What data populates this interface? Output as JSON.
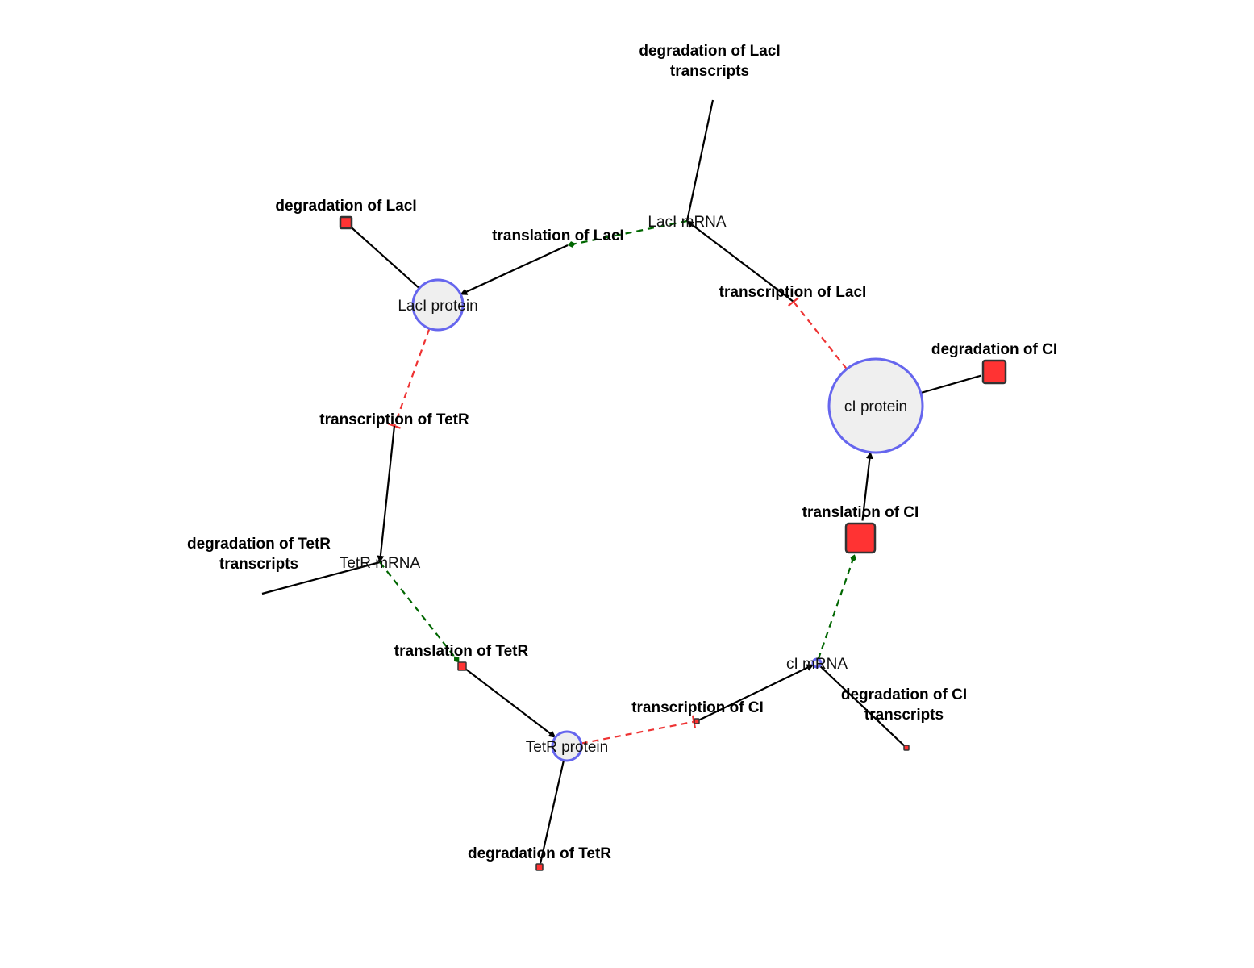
{
  "species": [
    {
      "id": "laci_protein",
      "label": "LacI protein",
      "fill": "#efefef",
      "stroke": "#6666ee"
    },
    {
      "id": "laci_mrna",
      "label": "LacI mRNA",
      "fill": "#efefef",
      "stroke": "#6666ee"
    },
    {
      "id": "ci_protein",
      "label": "cI protein",
      "fill": "#efefef",
      "stroke": "#6666ee"
    },
    {
      "id": "ci_mrna",
      "label": "cI mRNA",
      "fill": "#efefef",
      "stroke": "#6666ee"
    },
    {
      "id": "tetr_protein",
      "label": "TetR protein",
      "fill": "#efefef",
      "stroke": "#6666ee"
    },
    {
      "id": "tetr_mrna",
      "label": "TetR mRNA",
      "fill": "#efefef",
      "stroke": "#6666ee"
    }
  ],
  "reactions": [
    {
      "id": "deg_laci_transcripts",
      "label_lines": [
        "degradation of LacI",
        "transcripts"
      ]
    },
    {
      "id": "deg_laci",
      "label_lines": [
        "degradation of LacI"
      ]
    },
    {
      "id": "transl_laci",
      "label_lines": [
        "translation of LacI"
      ]
    },
    {
      "id": "transc_laci",
      "label_lines": [
        "transcription of LacI"
      ]
    },
    {
      "id": "deg_ci",
      "label_lines": [
        "degradation of CI"
      ]
    },
    {
      "id": "transl_ci",
      "label_lines": [
        "translation of CI"
      ]
    },
    {
      "id": "deg_ci_transcripts",
      "label_lines": [
        "degradation of CI",
        "transcripts"
      ]
    },
    {
      "id": "transc_ci",
      "label_lines": [
        "transcription of CI"
      ]
    },
    {
      "id": "deg_tetr",
      "label_lines": [
        "degradation of TetR"
      ]
    },
    {
      "id": "transl_tetr",
      "label_lines": [
        "translation of TetR"
      ]
    },
    {
      "id": "transc_tetr",
      "label_lines": [
        "transcription of TetR"
      ]
    },
    {
      "id": "deg_tetr_transcripts",
      "label_lines": [
        "degradation of TetR",
        "transcripts"
      ]
    }
  ],
  "colors": {
    "product_edge": "#000000",
    "inhibition_edge": "#ee3333",
    "activation_edge": "#006600",
    "species_fill": "#efefef",
    "species_stroke": "#6666ee",
    "reaction_fill": "#ff3333",
    "reaction_stroke": "#333333"
  }
}
